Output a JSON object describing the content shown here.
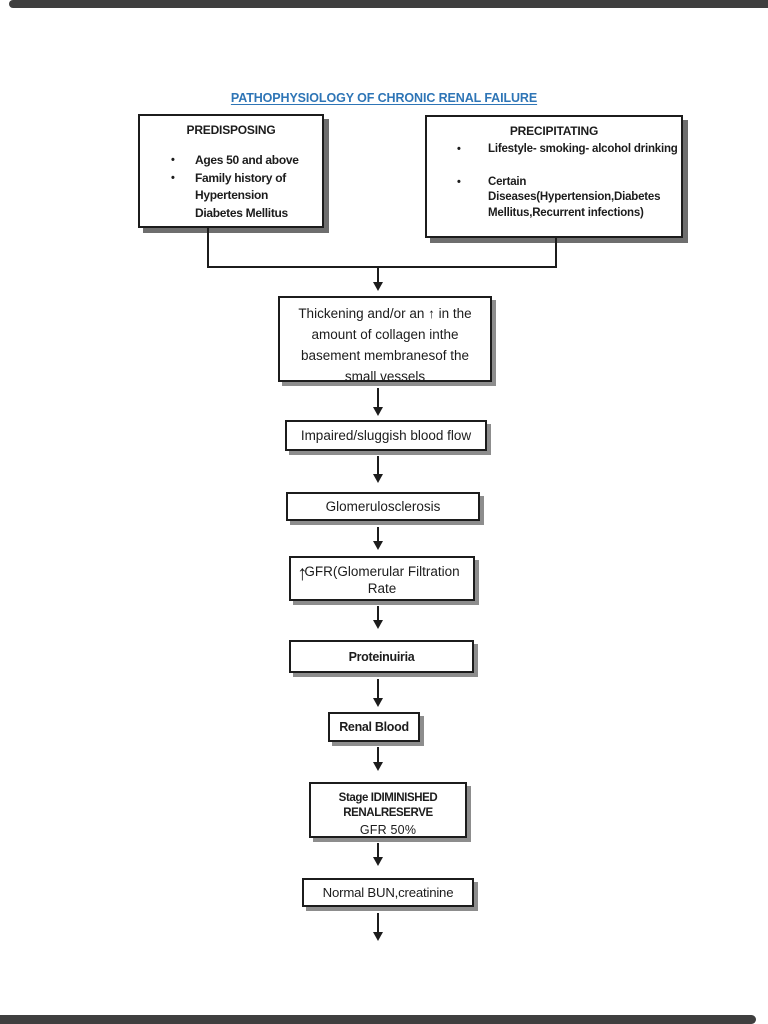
{
  "page": {
    "title": "PATHOPHYSIOLOGY OF CHRONIC RENAL FAILURE",
    "title_color": "#2E75B6",
    "edge_bar_color": "#3F3F3F",
    "box_border_color": "#1C1C1C",
    "box_shadow_color": "#8D8D8D"
  },
  "predisposing": {
    "heading": "PREDISPOSING",
    "bullet_char": "•",
    "items": [
      {
        "bulleted": true,
        "lines": [
          "Ages 50 and above"
        ]
      },
      {
        "bulleted": true,
        "lines": [
          "Family history of",
          "Hypertension"
        ]
      },
      {
        "bulleted": false,
        "lines": [
          "Diabetes Mellitus"
        ]
      }
    ]
  },
  "precipitating": {
    "heading": "PRECIPITATING",
    "bullet_char": "•",
    "items": [
      {
        "bulleted": true,
        "lines": [
          "Lifestyle- smoking- alcohol drinking"
        ]
      },
      {
        "bulleted": true,
        "lines": [
          "Certain",
          "Diseases(Hypertension,Diabetes",
          "Mellitus,Recurrent infections)"
        ]
      }
    ]
  },
  "flow": {
    "collagen": {
      "lines": [
        "Thickening and/or an ↑ in the",
        "amount of collagen inthe",
        "basement membranesof the",
        "small vessels"
      ]
    },
    "blood_flow": {
      "text": "Impaired/sluggish blood flow"
    },
    "glomerulosclerosis": {
      "text": "Glomerulosclerosis"
    },
    "gfr": {
      "arrow": "↑",
      "line1": "GFR(Glomerular Filtration",
      "line2": "Rate"
    },
    "proteinuria": {
      "text": "Proteinuiria"
    },
    "renal_blood": {
      "text": "Renal Blood"
    },
    "stage1": {
      "line1": "Stage IDIMINISHED",
      "line2": "RENALRESERVE",
      "line3": "GFR 50%"
    },
    "bun": {
      "text": "Normal BUN,creatinine"
    }
  }
}
